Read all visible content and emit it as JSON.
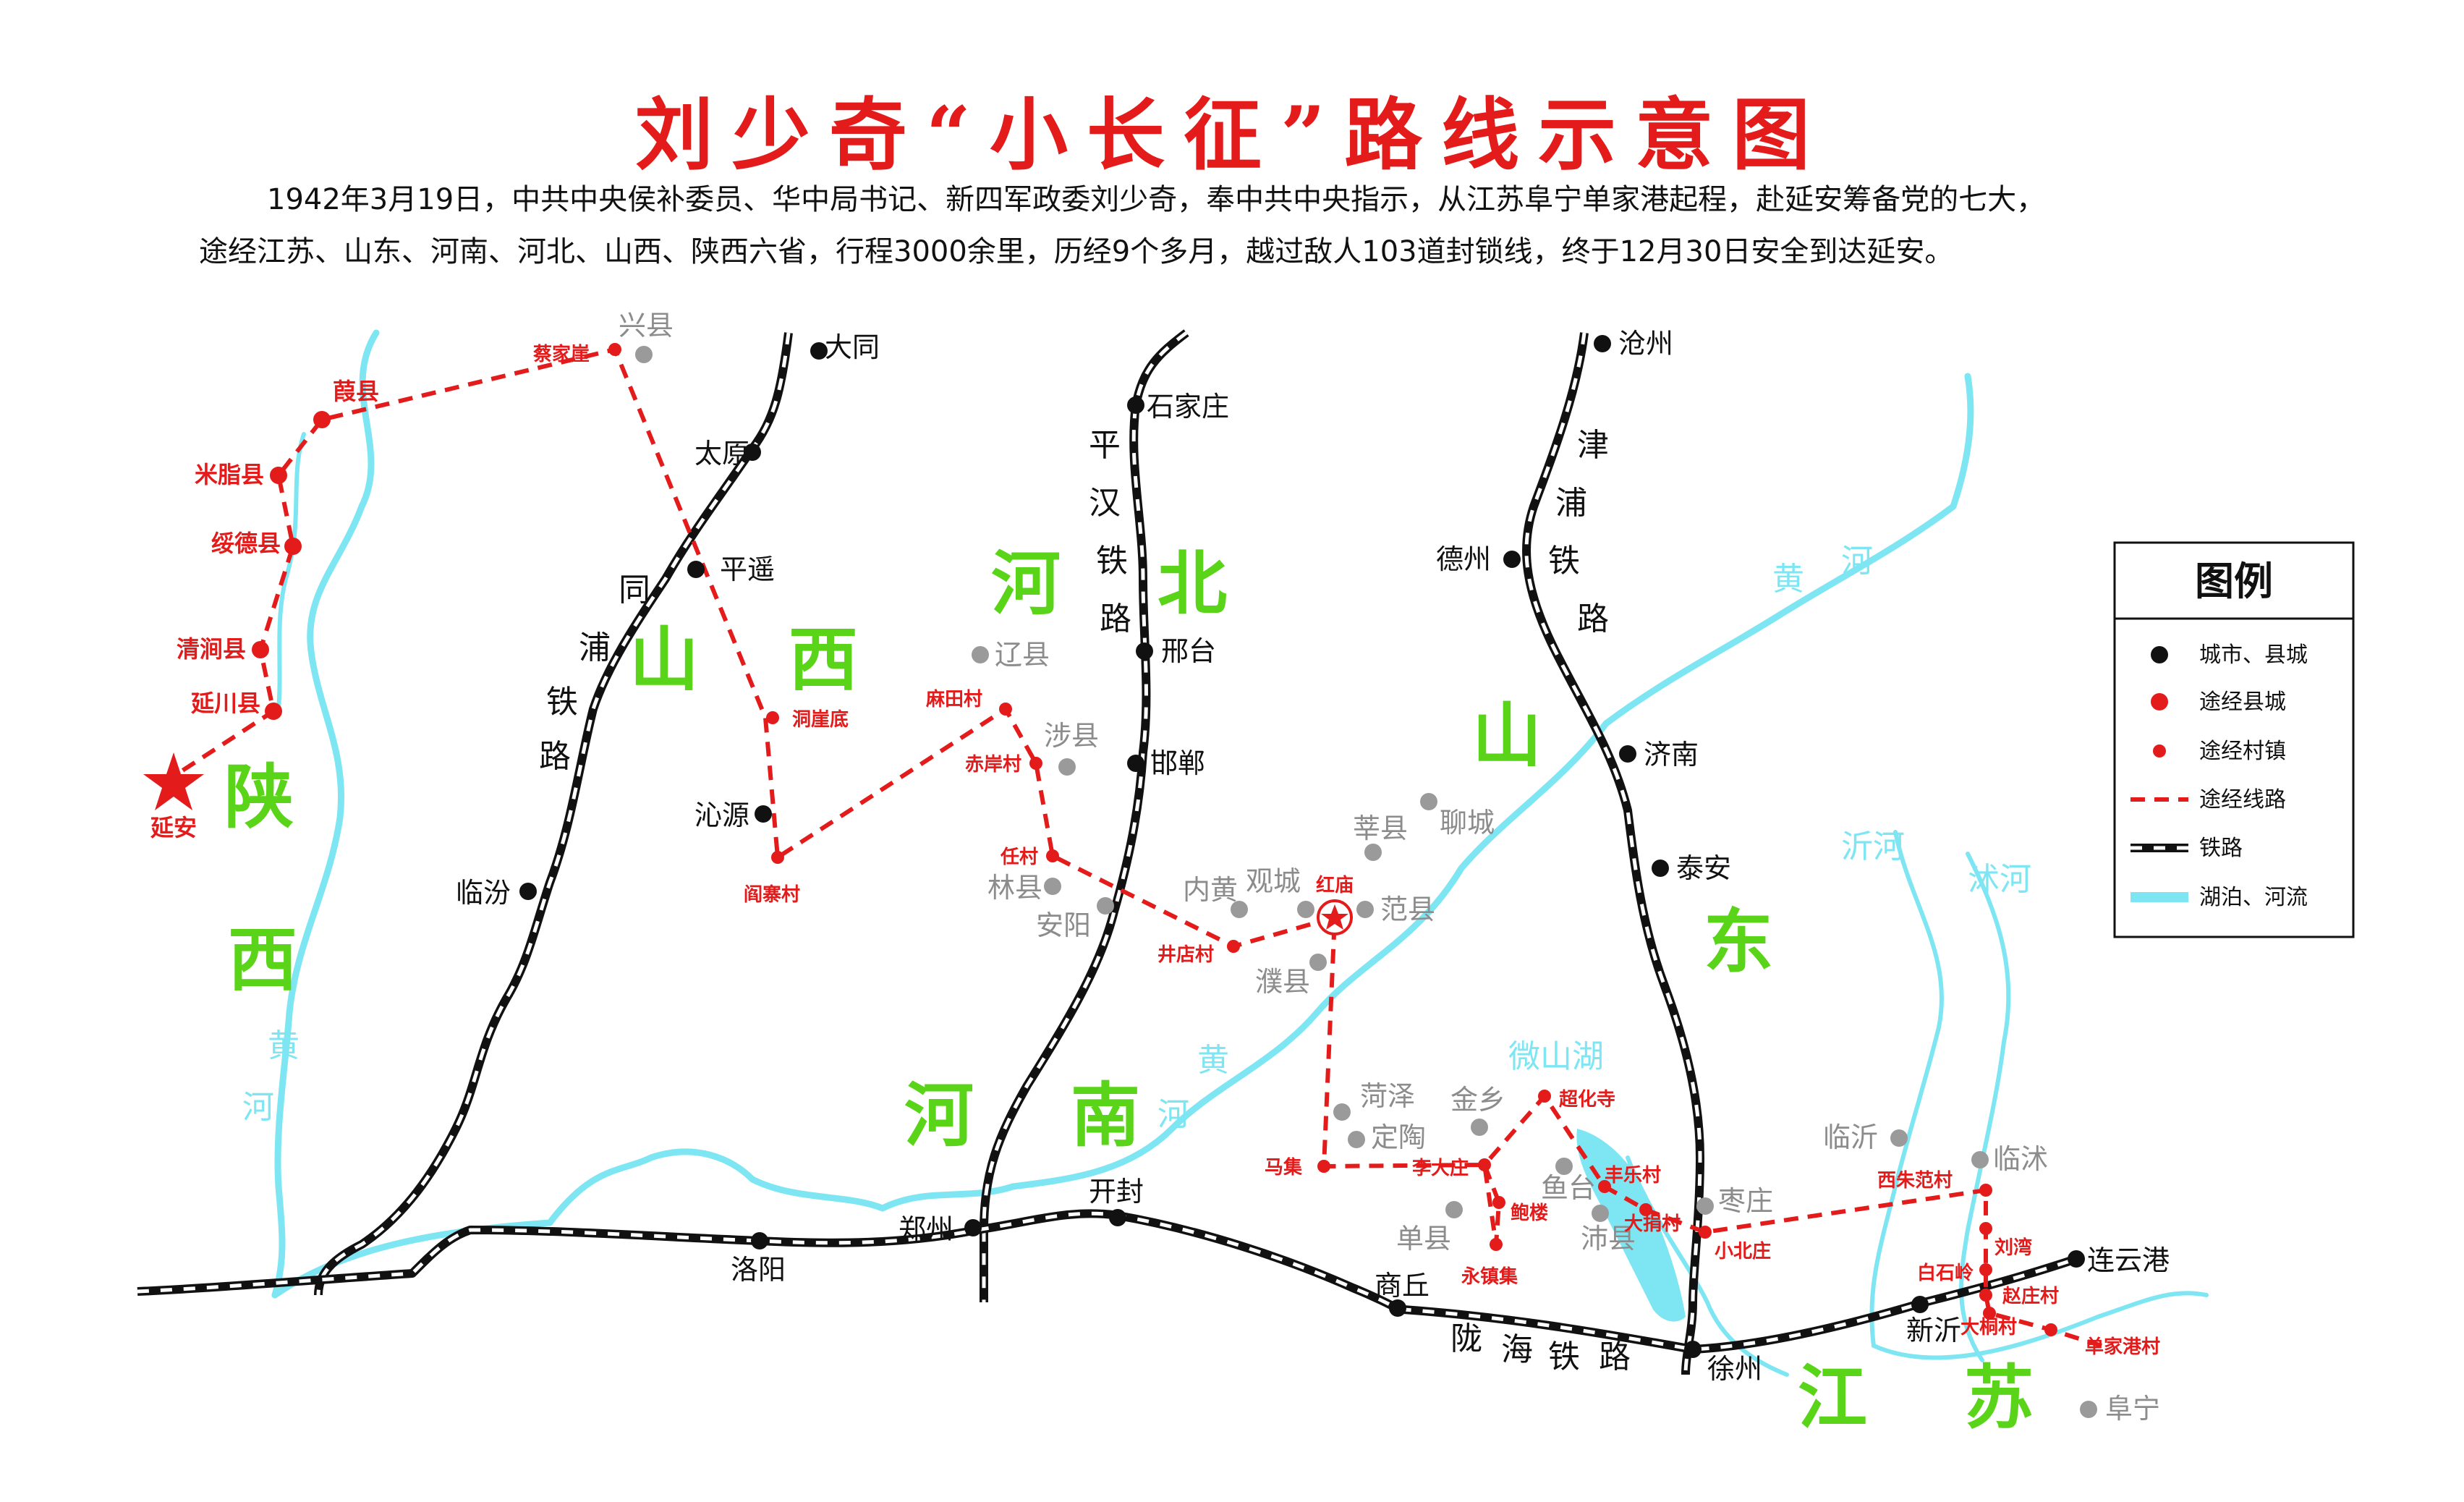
{
  "title": "刘少奇“小长征”路线示意图",
  "intro": {
    "line1": "1942年3月19日，中共中央侯补委员、华中局书记、新四军政委刘少奇，奉中共中央指示，从江苏阜宁单家港起程，赴延安筹备党的七大，",
    "line2": "途经江苏、山东、河南、河北、山西、陕西六省，行程3000余里，历经9个多月，越过敌人103道封锁线，终于12月30日安全到达延安。"
  },
  "colors": {
    "title": "#e31b1b",
    "route": "#e31b1b",
    "city": "#111111",
    "grey_place": "#8c8c8c",
    "province": "#5ad418",
    "water": "#7ee6f3"
  },
  "provinces": [
    "陕西",
    "山西",
    "河北",
    "山东",
    "河南",
    "江苏"
  ],
  "railways": [
    "同浦铁路",
    "平汉铁路",
    "津浦铁路",
    "陇海铁路"
  ],
  "rivers": [
    "黄河",
    "沂河",
    "沭河",
    "微山湖"
  ],
  "cities": [
    "大同",
    "太原",
    "平遥",
    "沁源",
    "临汾",
    "石家庄",
    "邢台",
    "邯郸",
    "沧州",
    "德州",
    "济南",
    "泰安",
    "郑州",
    "开封",
    "洛阳",
    "商丘",
    "徐州",
    "新沂",
    "连云港"
  ],
  "grey_places": [
    "兴县",
    "辽县",
    "涉县",
    "林县",
    "安阳",
    "内黄",
    "观城",
    "范县",
    "莘县",
    "聊城",
    "濮县",
    "菏泽",
    "定陶",
    "金乡",
    "单县",
    "鱼台",
    "沛县",
    "枣庄",
    "临沂",
    "临沭",
    "阜宁"
  ],
  "route_places": [
    "延安",
    "延川县",
    "清涧县",
    "绥德县",
    "米脂县",
    "葭县",
    "蔡家崖",
    "洞崖底",
    "阎寨村",
    "麻田村",
    "赤岸村",
    "任村",
    "井店村",
    "红庙",
    "马集",
    "李大庄",
    "鲍楼",
    "永镇集",
    "超化寺",
    "丰乐村",
    "大捐村",
    "小北庄",
    "西朱范村",
    "刘湾",
    "白石岭",
    "赵庄村",
    "大桐村",
    "单家港村"
  ],
  "legend": {
    "title": "图例",
    "items": [
      "城市、县城",
      "途经县城",
      "途经村镇",
      "途经线路",
      "铁路",
      "湖泊、河流"
    ]
  }
}
